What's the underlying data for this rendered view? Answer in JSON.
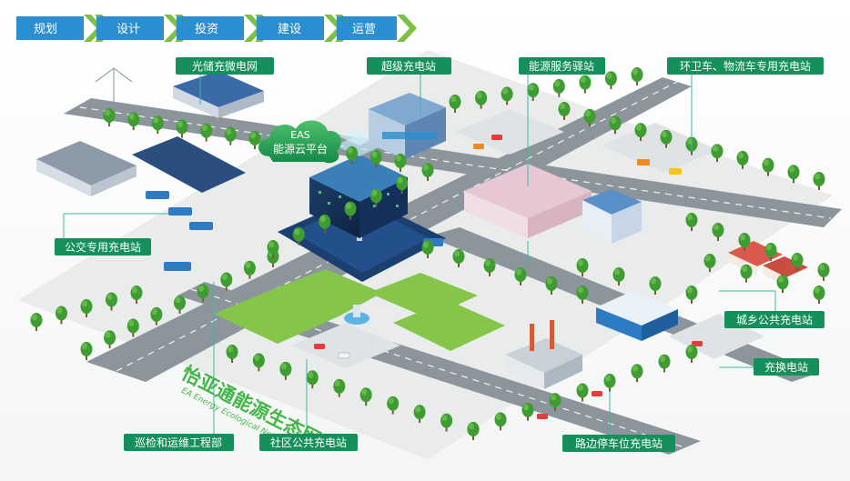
{
  "process": {
    "steps": [
      {
        "label": "规划"
      },
      {
        "label": "设计"
      },
      {
        "label": "投资"
      },
      {
        "label": "建设"
      },
      {
        "label": "运营"
      }
    ]
  },
  "cloud": {
    "line1": "EAS",
    "line2": "能源云平台"
  },
  "callouts": {
    "pv_microgrid": "光储充微电网",
    "super_station": "超级充电站",
    "energy_service": "能源服务驿站",
    "sanitation": "环卫车、物流车专用充电站",
    "bus": "公交专用充电站",
    "urban_rural": "城乡公共充电站",
    "battery_swap": "充换电站",
    "inspection": "巡检和运维工程部",
    "community": "社区公共充电站",
    "roadside": "路边停车位充电站"
  },
  "watermark": {
    "cn": "怡亚通能源生态网",
    "en": "EA Energy Ecological Network"
  },
  "colors": {
    "step_blue": "#2a8fd0",
    "chevron_green": "#7cc242",
    "label_green": "#16905a",
    "road": "#8c949c",
    "grass": "#84c54a",
    "tree": "#3f9c32",
    "plaza": "#1b3f6e",
    "platform_bg": "#eef0ef"
  }
}
